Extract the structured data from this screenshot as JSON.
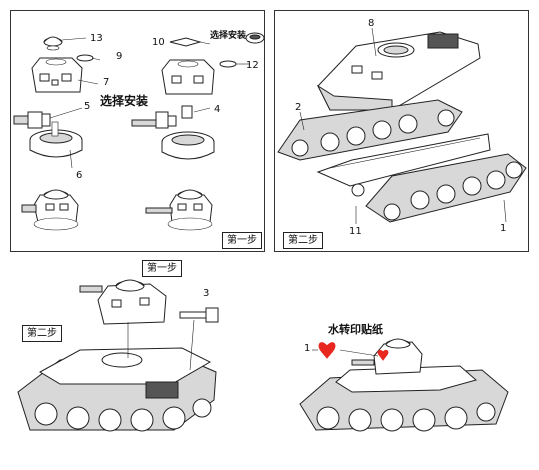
{
  "step1": {
    "label": "第一步",
    "install_text": "选择安装",
    "install_text_small": "选择安装",
    "parts": [
      "13",
      "9",
      "7",
      "5",
      "6",
      "10",
      "12",
      "4"
    ]
  },
  "step2": {
    "label": "第二步",
    "parts": [
      "8",
      "2",
      "11",
      "1"
    ]
  },
  "step3": {
    "label_a": "第一步",
    "label_b": "第二步",
    "part": "3"
  },
  "decal": {
    "title": "水转印贴纸",
    "part": "1",
    "heart_color": "#e8281e"
  }
}
